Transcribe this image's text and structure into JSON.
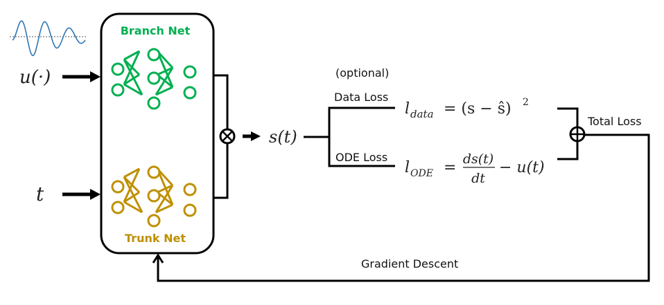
{
  "inputs": {
    "function_input": "u(·)",
    "time_input": "t"
  },
  "branch_net": {
    "label": "Branch Net",
    "color": "#00b050"
  },
  "trunk_net": {
    "label": "Trunk Net",
    "color": "#bf9000"
  },
  "combine_operator": "⊗",
  "output": "s(t)",
  "losses": {
    "optional_note": "(optional)",
    "data_loss_label": "Data Loss",
    "ode_loss_label": "ODE Loss",
    "data_loss_lhs": "l",
    "data_loss_sub": "data",
    "data_loss_rhs": "= (s − ŝ)",
    "data_loss_power": "2",
    "ode_loss_lhs": "l",
    "ode_loss_sub": "ODE",
    "ode_loss_eq": "=",
    "ode_numerator": "ds(t)",
    "ode_denominator": "dt",
    "ode_tail": "− u(t)",
    "sum_operator": "⊕",
    "total_loss_label": "Total Loss"
  },
  "feedback": {
    "label": "Gradient Descent"
  },
  "signal_color": "#2e75b6"
}
